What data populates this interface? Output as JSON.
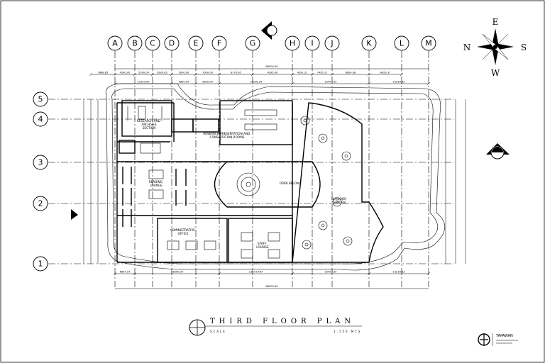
{
  "grid_columns": [
    "A",
    "B",
    "C",
    "D",
    "E",
    "F",
    "G",
    "H",
    "I",
    "J",
    "K",
    "L",
    "M"
  ],
  "grid_rows": [
    "5",
    "4",
    "3",
    "2",
    "1"
  ],
  "dimensions": {
    "overall_top": "86000.00",
    "overall_bottom": "86000.00",
    "top_row": [
      "7888.85",
      "4500.00",
      "5500.00",
      "5624.85",
      "5000.00",
      "7000.00",
      "8770.65",
      "4395.00",
      "4291.21",
      "7495.17",
      "8624.98",
      "6423.37"
    ],
    "second_row": [
      "11950.00",
      "5850.00",
      "5850.00",
      "14256.34",
      "15497.35",
      "13216.62"
    ],
    "bottom_row": [
      "6607.57",
      "15800.00",
      "13273.467",
      "15497.35",
      "13216.62"
    ]
  },
  "rooms": {
    "research": "RESEARCH AND ARCHIVES SECTION",
    "presentation": "RESEARCH PRESENTATION AND CONSULTATION ROOMS",
    "open_below": "OPEN BELOW",
    "outdoor_garden": "OUTDOOR GARDEN",
    "reading_lounge": "READING LOUNGE",
    "admin_office": "ADMINISTRATIVE OFFICE",
    "staff_lounge": "STAFF LOUNGE"
  },
  "compass": {
    "north": "N",
    "east": "E",
    "south": "S",
    "west": "W"
  },
  "title": {
    "main": "THIRD FLOOR PLAN",
    "scale_label": "SCALE",
    "scale_value": "1:150 MTS"
  },
  "logo": {
    "name": "TAPAWAN"
  },
  "colors": {
    "ink": "#000000",
    "paper": "#ffffff"
  }
}
